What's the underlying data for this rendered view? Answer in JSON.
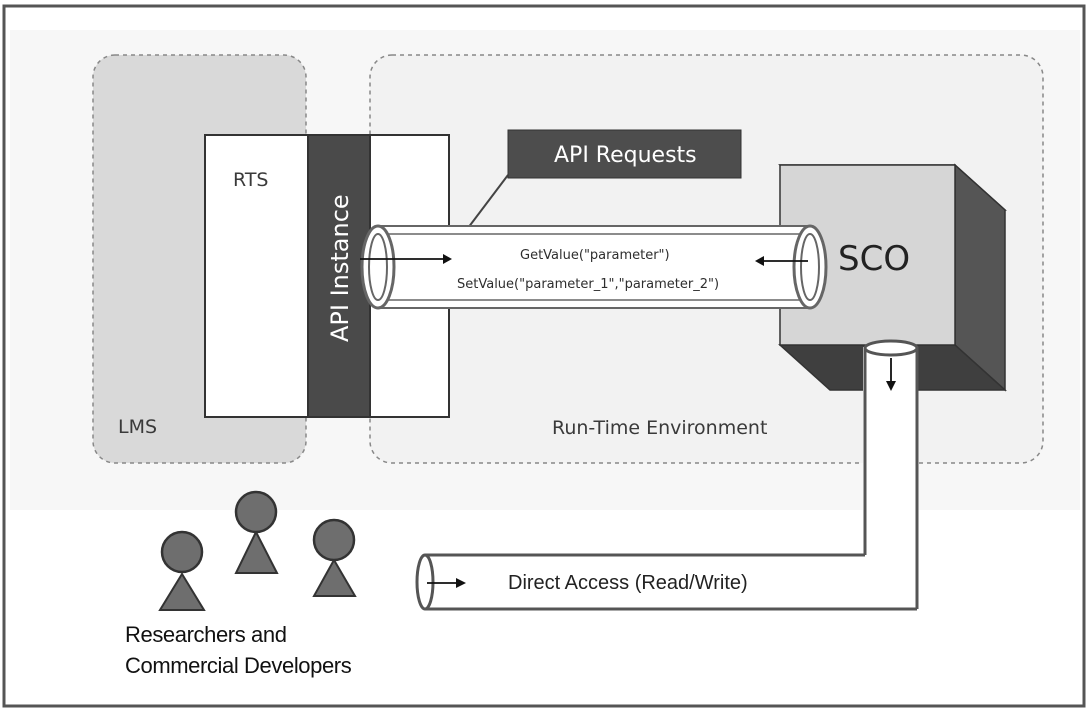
{
  "diagram": {
    "lms_label": "LMS",
    "rts_label": "RTS",
    "api_instance_label": "API Instance",
    "api_requests_label": "API Requests",
    "sco_label": "SCO",
    "rte_label": "Run-Time Environment",
    "get_value_call": "GetValue(\"parameter\")",
    "set_value_call": "SetValue(\"parameter_1\",\"parameter_2\")",
    "direct_access_label": "Direct Access (Read/Write)",
    "people_label_line1": "Researchers and",
    "people_label_line2": "Commercial Developers"
  },
  "colors": {
    "lms_fill": "#d9d9d9",
    "rte_fill": "#f2f2f2",
    "api_bar": "#4a4a4a",
    "sco_front": "#d6d6d6",
    "sco_side": "#555555",
    "person_fill": "#6e6e6e"
  }
}
